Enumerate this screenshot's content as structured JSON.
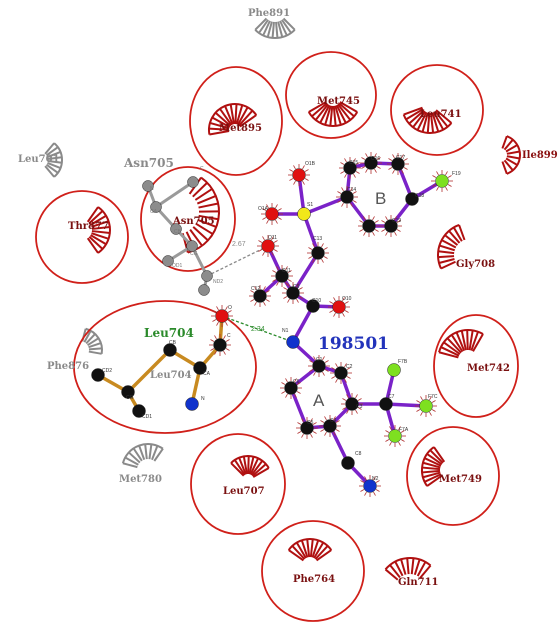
{
  "colors": {
    "circle": "#d0201a",
    "arc_red": "#b01010",
    "arc_gray": "#8a8a8a",
    "bond_purple": "#7a22c8",
    "bond_orange": "#c88a20",
    "bond_gray": "#9a9a9a",
    "atom_carbon": "#111111",
    "atom_oxygen": "#e01010",
    "atom_nitrogen": "#1133cc",
    "atom_fluorine": "#7ee020",
    "atom_sulfur": "#f2e81a",
    "atom_gray": "#8c8c8c",
    "hbond": "#2a8a2a",
    "ligand_label": "#2233bb",
    "leu704_label": "#2a8a2a",
    "gray_label": "#8a8a8a",
    "residue_label": "#7a1010"
  },
  "ligand": {
    "id": "198501",
    "ring_a": "A",
    "ring_b": "B"
  },
  "hbonds": [
    {
      "distance": "2.34"
    },
    {
      "distance": "2.67"
    }
  ],
  "residues": {
    "phe891": "Phe891",
    "met895": "Met895",
    "met745": "Met745",
    "leu741": "Leu741",
    "ile899": "Ile899",
    "leu701": "Leu701",
    "asn705_gray": "Asn705",
    "asn705": "Asn705",
    "thr877": "Thr877",
    "gly708": "Gly708",
    "leu704": "Leu704",
    "phe876": "Phe876",
    "leu704_gray": "Leu704",
    "met742": "Met742",
    "met780": "Met780",
    "leu707": "Leu707",
    "met749": "Met749",
    "phe764": "Phe764",
    "gln711": "Gln711"
  },
  "atoms": {
    "c1": "C1",
    "c2": "C2",
    "c3": "C3",
    "c4": "C4",
    "c5": "C5",
    "c6": "C6",
    "c7": "C7",
    "c8": "C8",
    "n1": "N1",
    "n2": "N2",
    "f7a": "F7A",
    "f7b": "F7B",
    "f7c": "F7C",
    "c9": "C9",
    "c10": "C10",
    "c11": "C11",
    "c12": "C12",
    "c13": "C13",
    "o10": "O10",
    "o11": "O11",
    "s1": "S1",
    "o1a": "O1A",
    "o1b": "O1B",
    "c14": "C14",
    "c15": "C15",
    "c16": "C16",
    "c17": "C17",
    "c18": "C18",
    "c19": "C19",
    "f19": "F19",
    "l_o": "O",
    "l_c": "C",
    "l_ca": "CA",
    "l_cb": "CB",
    "l_cg": "CG",
    "l_cd1": "CD1",
    "l_cd2": "CD2",
    "l_n": "N",
    "a_ca": "CA",
    "a_c": "C",
    "a_cb": "CB",
    "a_cg": "CG",
    "a_od1": "OD1",
    "a_nd2": "ND2",
    "a_n": "N"
  }
}
